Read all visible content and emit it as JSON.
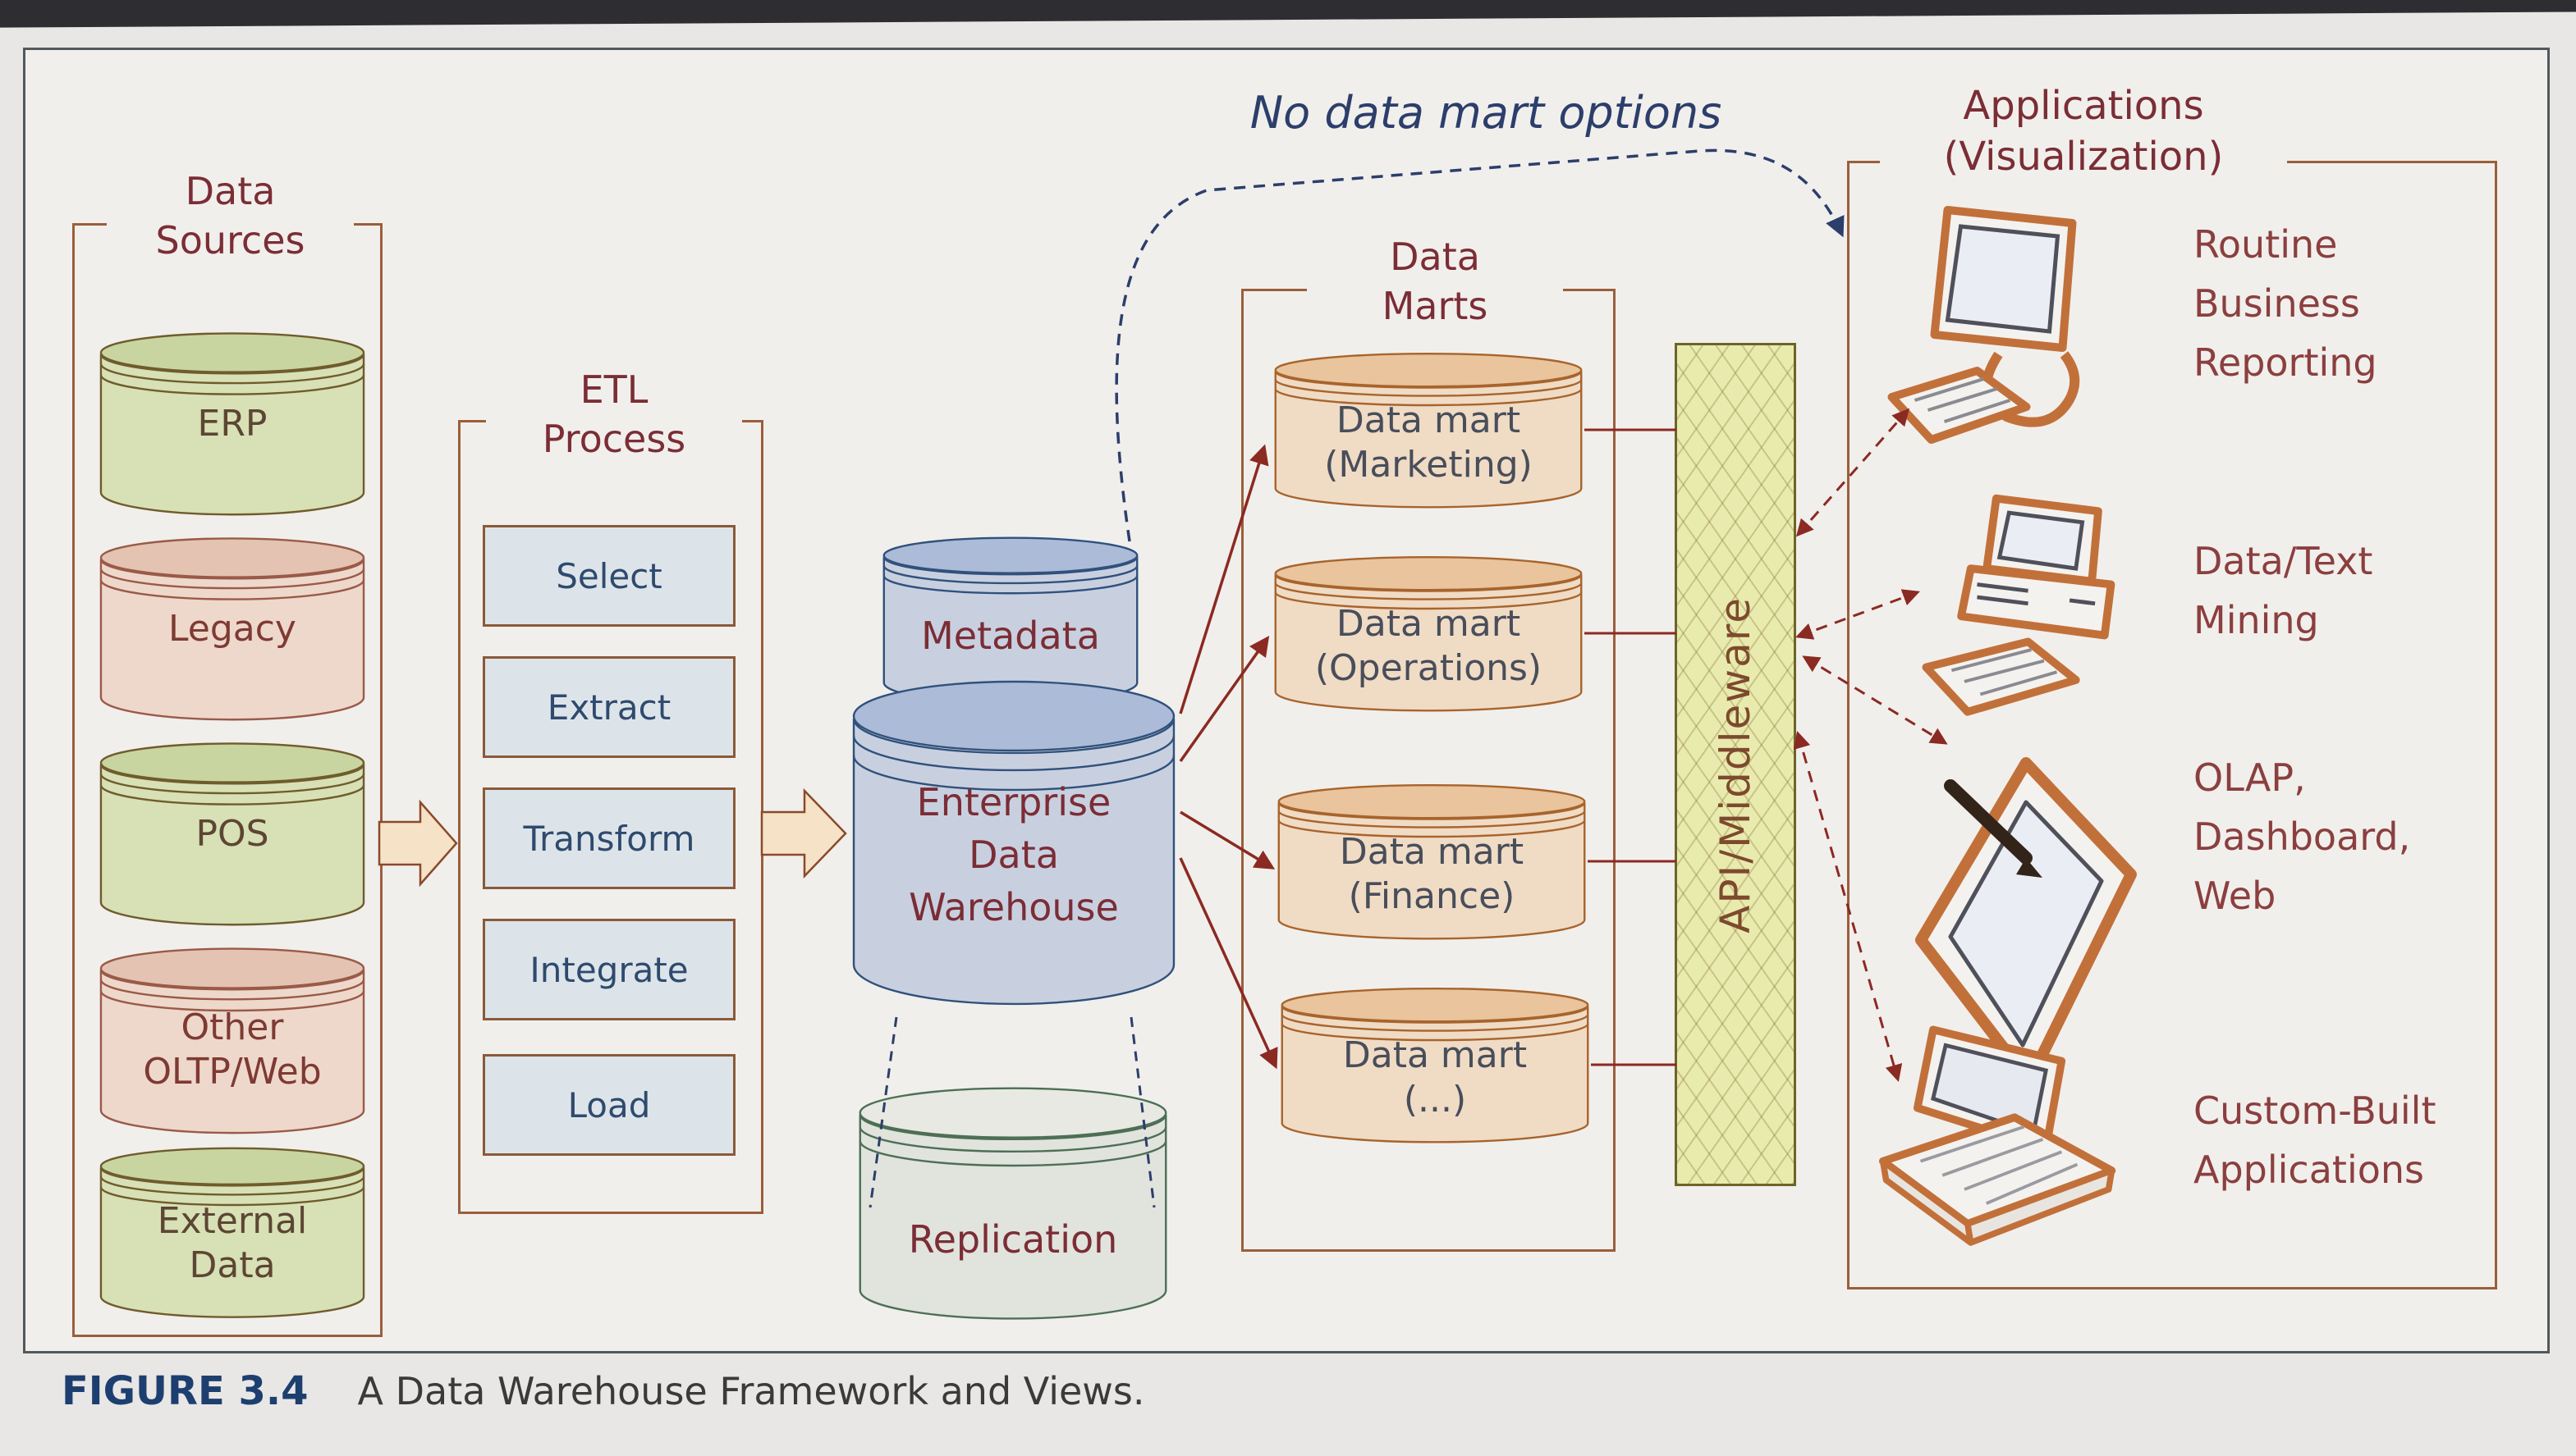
{
  "figure": {
    "label": "FIGURE 3.4",
    "caption": "A Data Warehouse Framework and Views."
  },
  "annotations": {
    "no_data_mart": "No data mart options"
  },
  "data_sources": {
    "title_lines": [
      "Data",
      "Sources"
    ],
    "items": [
      {
        "lines": [
          "ERP"
        ],
        "palette": "green"
      },
      {
        "lines": [
          "Legacy"
        ],
        "palette": "pink"
      },
      {
        "lines": [
          "POS"
        ],
        "palette": "green"
      },
      {
        "lines": [
          "Other",
          "OLTP/Web"
        ],
        "palette": "pink"
      },
      {
        "lines": [
          "External",
          "Data"
        ],
        "palette": "green"
      }
    ]
  },
  "etl": {
    "title_lines": [
      "ETL",
      "Process"
    ],
    "steps": [
      "Select",
      "Extract",
      "Transform",
      "Integrate",
      "Load"
    ]
  },
  "warehouse": {
    "metadata_label": "Metadata",
    "edw_lines": [
      "Enterprise",
      "Data",
      "Warehouse"
    ],
    "replication_label": "Replication"
  },
  "data_marts": {
    "title_lines": [
      "Data",
      "Marts"
    ],
    "items": [
      {
        "lines": [
          "Data mart",
          "(Marketing)"
        ]
      },
      {
        "lines": [
          "Data mart",
          "(Operations)"
        ]
      },
      {
        "lines": [
          "Data mart",
          "(Finance)"
        ]
      },
      {
        "lines": [
          "Data mart",
          "(...)"
        ]
      }
    ]
  },
  "middleware": {
    "label": "API/Middleware"
  },
  "applications": {
    "title_lines": [
      "Applications",
      "(Visualization)"
    ],
    "items": [
      {
        "icon": "crt-monitor-keyboard-icon",
        "label_lines": [
          "Routine",
          "Business",
          "Reporting"
        ]
      },
      {
        "icon": "workstation-computer-icon",
        "label_lines": [
          "Data/Text",
          "Mining"
        ]
      },
      {
        "icon": "tablet-pen-icon",
        "label_lines": [
          "OLAP,",
          "Dashboard,",
          "Web"
        ]
      },
      {
        "icon": "laptop-icon",
        "label_lines": [
          "Custom-Built",
          "Applications"
        ]
      }
    ]
  },
  "colors": {
    "maroon_label": "#7b2d35",
    "navy_annotation": "#2c3e6b",
    "dark_red_arrow": "#8b2a22",
    "box_border_brown": "#9b5e3c",
    "middleware_fill": "#e9ebae",
    "figure_label_blue": "#1d3f70"
  }
}
